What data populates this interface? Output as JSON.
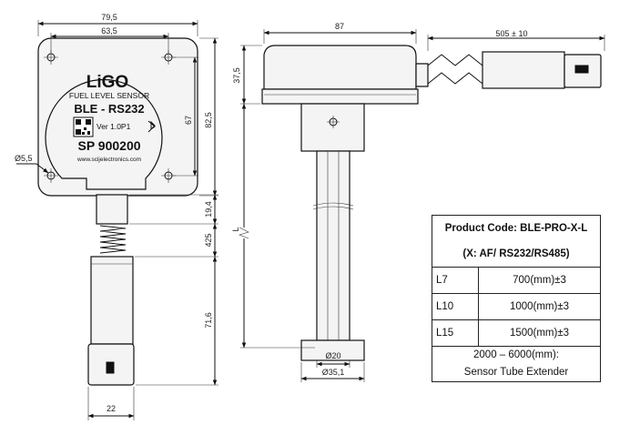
{
  "front_view": {
    "brand": "LiGO",
    "subtitle": "FUEL LEVEL SENSOR",
    "model": "BLE - RS232",
    "version": "Ver 1.0P1",
    "serial": "SP 900200",
    "website": "www.scijelectronics.com"
  },
  "dimensions": {
    "width_outer": "79,5",
    "width_holes": "63,5",
    "height_holes": "67",
    "height_outer": "82,5",
    "hole_dia": "Ø5,5",
    "gland": "19,4",
    "spring": "425",
    "connector_len": "71,6",
    "connector_width": "22",
    "side_width": "87",
    "side_height": "37,5",
    "cable": "505 ± 10",
    "tube_length": "L",
    "tube_inner": "Ø20",
    "tube_outer": "Ø35,1"
  },
  "spec_table": {
    "title_line1": "Product Code: BLE-PRO-X-L",
    "title_line2": "(X: AF/ RS232/RS485)",
    "rows": [
      {
        "code": "L7",
        "value": "700(mm)±3"
      },
      {
        "code": "L10",
        "value": "1000(mm)±3"
      },
      {
        "code": "L15",
        "value": "1500(mm)±3"
      }
    ],
    "footer_line1": "2000 – 6000(mm):",
    "footer_line2": "Sensor Tube Extender"
  },
  "icons": {
    "bluetooth": "bluetooth-icon",
    "qr": "qr-code-icon"
  }
}
